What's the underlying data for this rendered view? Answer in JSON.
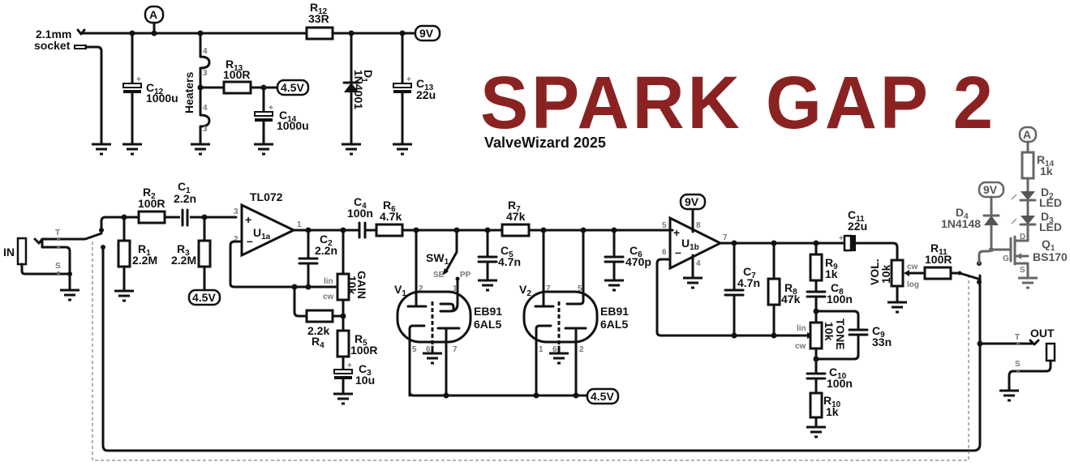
{
  "title": "SPARK GAP 2",
  "credit": "ValveWizard 2025",
  "colors": {
    "title": "#8b2222",
    "wire": "#111111",
    "secondary": "#666666"
  },
  "power": {
    "socket_line1": "2.1mm",
    "socket_line2": "socket",
    "node_a": "A",
    "rail_9v": "9V",
    "rail_45v": "4.5V",
    "heaters": "Heaters",
    "heater_pins": [
      "4",
      "3",
      "4",
      "3"
    ],
    "R12": {
      "ref": "R",
      "sub": "12",
      "value": "33R"
    },
    "R13": {
      "ref": "R",
      "sub": "13",
      "value": "100R"
    },
    "C12": {
      "ref": "C",
      "sub": "12",
      "value": "1000u"
    },
    "C13": {
      "ref": "C",
      "sub": "13",
      "value": "22u"
    },
    "C14": {
      "ref": "C",
      "sub": "14",
      "value": "1000u"
    },
    "D1": {
      "ref": "D",
      "sub": "1",
      "value": "1N4001"
    }
  },
  "input": {
    "jack": "IN",
    "tip": "T",
    "sleeve": "S",
    "R1": {
      "ref": "R",
      "sub": "1",
      "value": "2.2M"
    },
    "R2": {
      "ref": "R",
      "sub": "2",
      "value": "100R"
    },
    "R3": {
      "ref": "R",
      "sub": "3",
      "value": "2.2M"
    },
    "C1": {
      "ref": "C",
      "sub": "1",
      "value": "2.2n"
    },
    "bias": "4.5V"
  },
  "stage1": {
    "ic": "TL072",
    "opamp": {
      "ref": "U",
      "sub": "1a"
    },
    "pins": {
      "plus": "3",
      "minus": "2",
      "out": "1"
    },
    "C2": {
      "ref": "C",
      "sub": "2",
      "value": "2.2n"
    },
    "C3": {
      "ref": "C",
      "sub": "3",
      "value": "10u"
    },
    "R4": {
      "ref": "R",
      "sub": "4",
      "value": "2.2k"
    },
    "R5": {
      "ref": "R",
      "sub": "5",
      "value": "100R"
    },
    "gain_pot": {
      "name": "GAIN",
      "value": "10k",
      "taper": "lin",
      "cw": "cw"
    }
  },
  "clipper": {
    "C4": {
      "ref": "C",
      "sub": "4",
      "value": "100n"
    },
    "R6": {
      "ref": "R",
      "sub": "6",
      "value": "4.7k"
    },
    "R7": {
      "ref": "R",
      "sub": "7",
      "value": "47k"
    },
    "C5": {
      "ref": "C",
      "sub": "5",
      "value": "4.7n"
    },
    "C6": {
      "ref": "C",
      "sub": "6",
      "value": "470p"
    },
    "SW1": {
      "ref": "SW",
      "sub": "1",
      "pos1": "SE",
      "pos2": "PP"
    },
    "V1": {
      "ref": "V",
      "sub": "1",
      "type1": "EB91",
      "type2": "6AL5",
      "pins": [
        "2",
        "1",
        "5",
        "6",
        "7"
      ]
    },
    "V2": {
      "ref": "V",
      "sub": "2",
      "type1": "EB91",
      "type2": "6AL5",
      "pins": [
        "7",
        "5",
        "1",
        "6",
        "2"
      ]
    },
    "bias": "4.5V"
  },
  "stage2": {
    "supply": "9V",
    "opamp": {
      "ref": "U",
      "sub": "1b"
    },
    "pins": {
      "plus": "5",
      "minus": "6",
      "out": "7",
      "vcc": "8",
      "gnd": "4"
    },
    "C7": {
      "ref": "C",
      "sub": "7",
      "value": "4.7n"
    },
    "R8": {
      "ref": "R",
      "sub": "8",
      "value": "47k"
    },
    "R9": {
      "ref": "R",
      "sub": "9",
      "value": "1k"
    },
    "C8": {
      "ref": "C",
      "sub": "8",
      "value": "100n"
    },
    "C9": {
      "ref": "C",
      "sub": "9",
      "value": "33n"
    },
    "C10": {
      "ref": "C",
      "sub": "10",
      "value": "100n"
    },
    "R10": {
      "ref": "R",
      "sub": "10",
      "value": "1k"
    },
    "tone_pot": {
      "name": "TONE",
      "value": "10k",
      "taper": "lin",
      "cw": "cw"
    }
  },
  "output": {
    "C11": {
      "ref": "C",
      "sub": "11",
      "value": "22u"
    },
    "vol_pot": {
      "name": "VOL.",
      "value": "10k",
      "taper": "log",
      "cw": "cw"
    },
    "R11": {
      "ref": "R",
      "sub": "11",
      "value": "100R"
    },
    "jack": "OUT",
    "tip": "T",
    "sleeve": "S"
  },
  "indicator": {
    "node_a": "A",
    "supply": "9V",
    "R14": {
      "ref": "R",
      "sub": "14",
      "value": "1k"
    },
    "D2": {
      "ref": "D",
      "sub": "2",
      "value": "LED"
    },
    "D3": {
      "ref": "D",
      "sub": "3",
      "value": "LED"
    },
    "D4": {
      "ref": "D",
      "sub": "4",
      "value": "1N4148"
    },
    "Q1": {
      "ref": "Q",
      "sub": "1",
      "value": "BS170",
      "pin_d": "D",
      "pin_g": "G",
      "pin_s": "S"
    }
  }
}
